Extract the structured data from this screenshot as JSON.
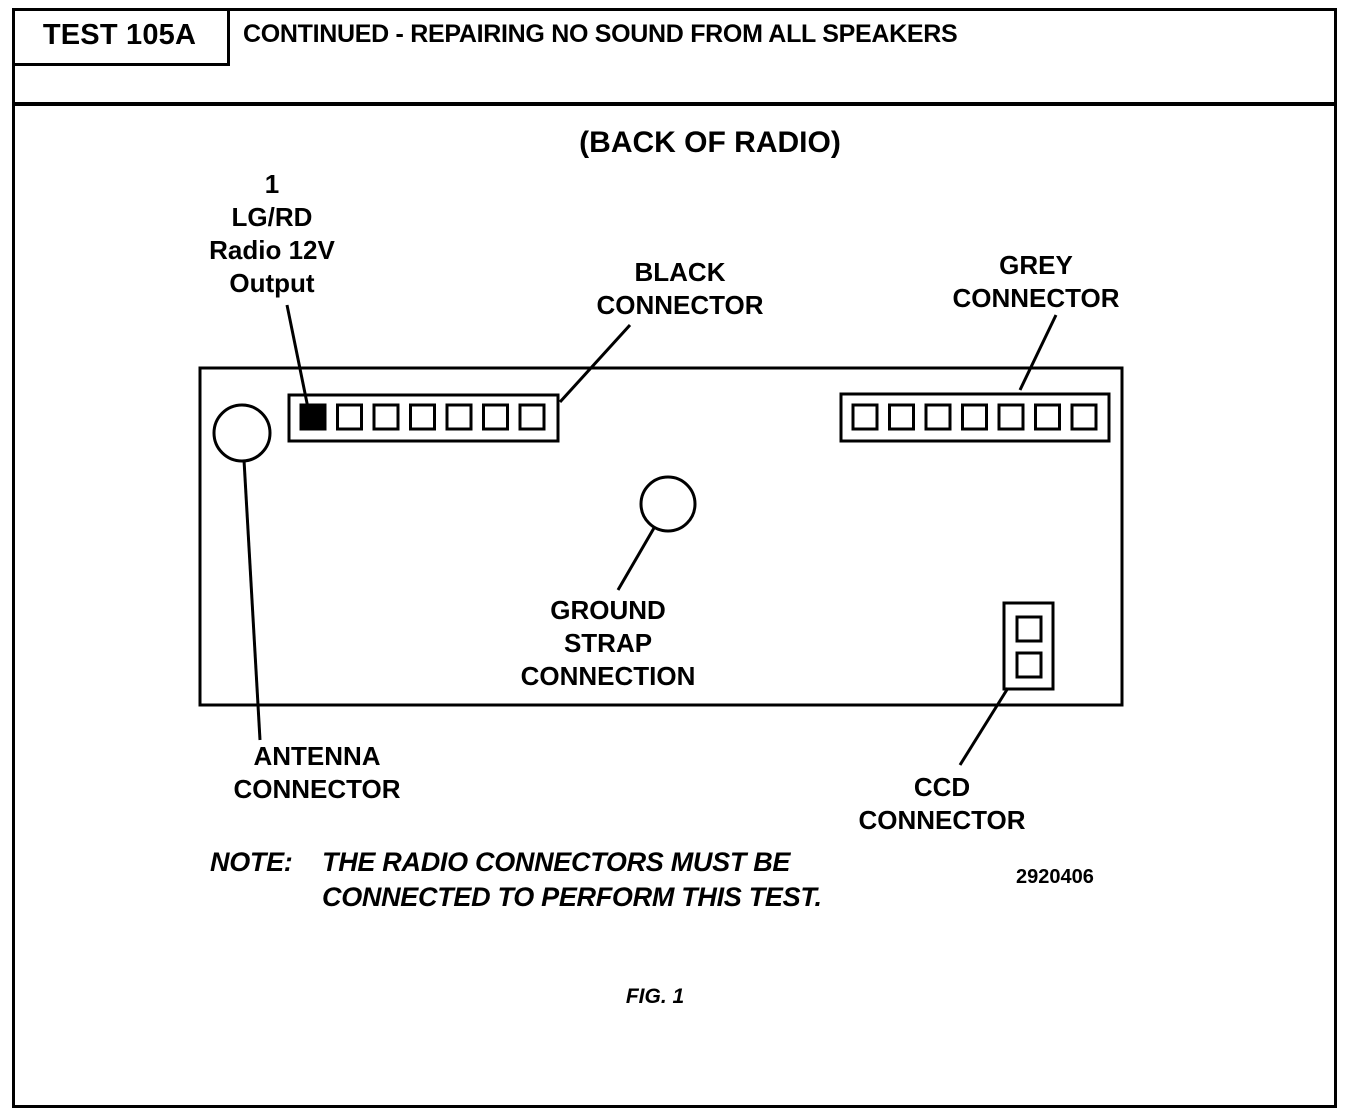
{
  "header": {
    "test_id": "TEST 105A",
    "title": "CONTINUED - REPAIRING NO SOUND FROM ALL SPEAKERS"
  },
  "figure": {
    "title": "(BACK OF RADIO)",
    "pin_label": {
      "pin": "1",
      "wire": "LG/RD",
      "line1": "Radio 12V",
      "line2": "Output"
    },
    "black_connector": {
      "line1": "BLACK",
      "line2": "CONNECTOR"
    },
    "grey_connector": {
      "line1": "GREY",
      "line2": "CONNECTOR"
    },
    "ground_strap": {
      "line1": "GROUND",
      "line2": "STRAP",
      "line3": "CONNECTION"
    },
    "antenna_connector": {
      "line1": "ANTENNA",
      "line2": "CONNECTOR"
    },
    "ccd_connector": {
      "line1": "CCD",
      "line2": "CONNECTOR"
    },
    "black_connector_pins": 7,
    "grey_connector_pins": 7,
    "ccd_connector_pins": 2,
    "highlighted_pin": 1
  },
  "note": {
    "prefix": "NOTE:",
    "line1": "THE RADIO CONNECTORS MUST BE",
    "line2": "CONNECTED TO PERFORM THIS TEST."
  },
  "figure_number": "2920406",
  "figure_label": "FIG. 1",
  "colors": {
    "ink": "#000000",
    "paper": "#ffffff"
  }
}
